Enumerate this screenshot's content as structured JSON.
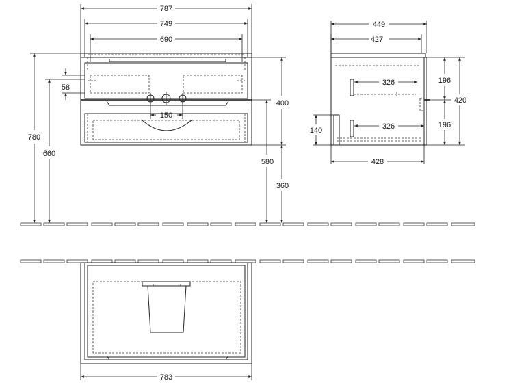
{
  "drawing": {
    "front": {
      "width_overall": "787",
      "width_body": "749",
      "width_basin": "690",
      "top_offset": "58",
      "height_overall": "780",
      "height_floor_to_top": "660",
      "tap_spacing": "150",
      "height_unit": "400",
      "height_floor_to_bottom": "580",
      "height_clearance": "360"
    },
    "side": {
      "depth_overall": "449",
      "depth_body": "427",
      "drawer_upper": "326",
      "drawer_lower": "326",
      "drawer_height_upper": "196",
      "drawer_height_lower": "196",
      "height_total": "420",
      "siphon_height": "140",
      "depth_inner": "428"
    },
    "plan": {
      "width_overall": "783"
    }
  }
}
